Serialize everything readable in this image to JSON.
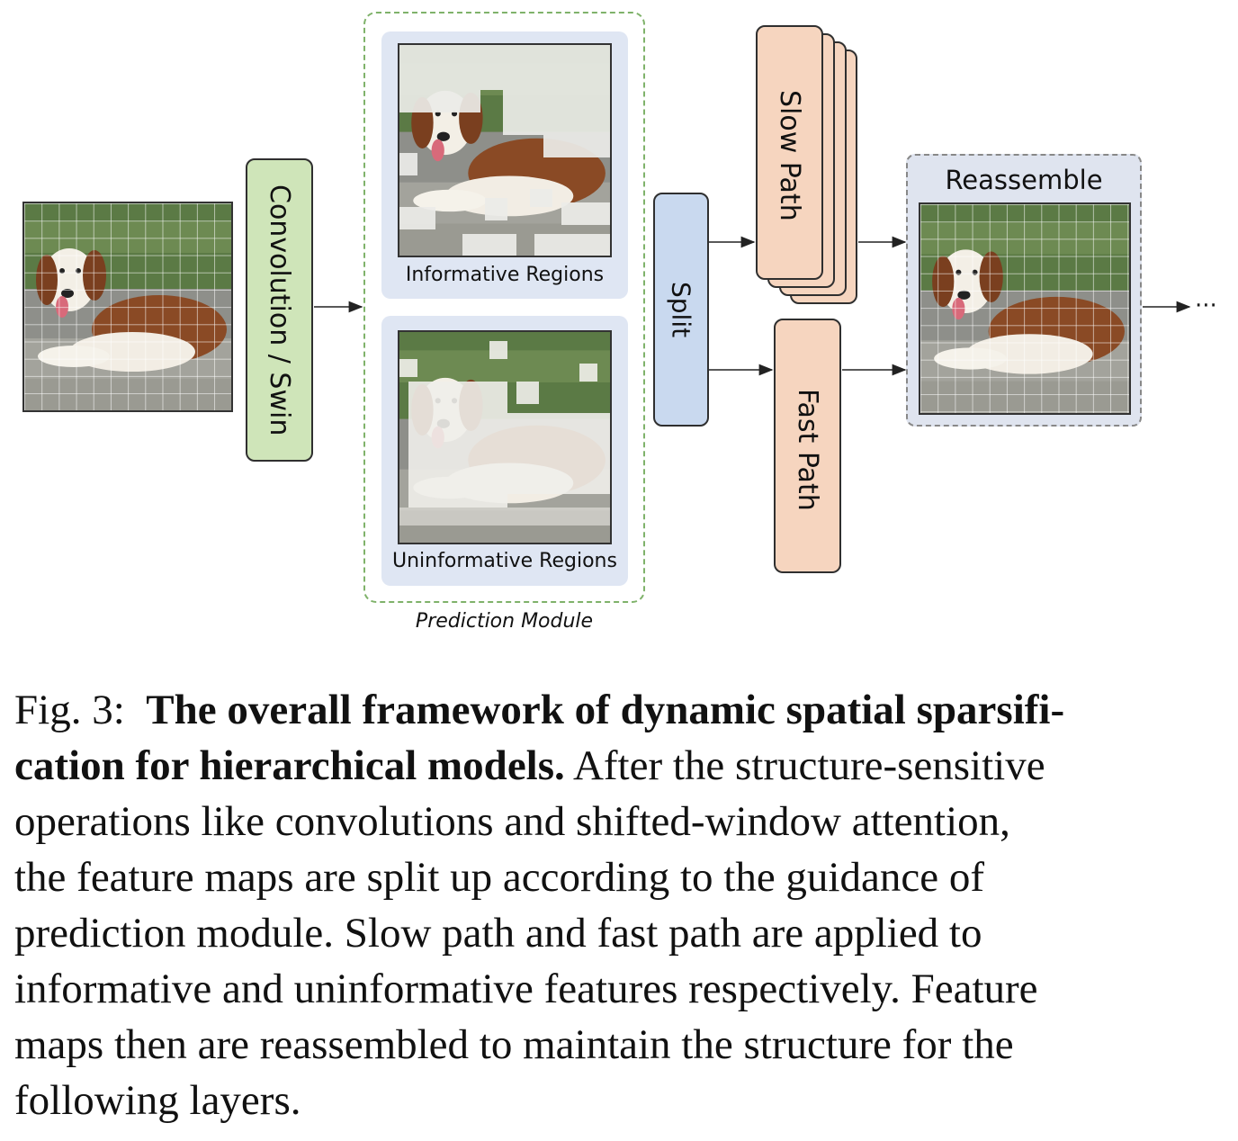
{
  "diagram": {
    "conv_label": "Convolution / Swin",
    "informative_label": "Informative Regions",
    "uninformative_label": "Uninformative Regions",
    "prediction_module_label": "Prediction Module",
    "split_label": "Split",
    "slow_path_label": "Slow Path",
    "fast_path_label": "Fast Path",
    "reassemble_label": "Reassemble",
    "ellipsis": "···"
  },
  "caption": {
    "prefix": "Fig. 3:",
    "bold_line1": "The overall framework of dynamic spatial sparsifi-",
    "bold_line2": "cation for hierarchical models.",
    "line2_rest": " After the structure-sensitive",
    "line3": "operations like convolutions and shifted-window attention,",
    "line4": "the feature maps are split up according to the guidance of",
    "line5": "prediction module. Slow path and fast path are applied to",
    "line6": "informative and uninformative features respectively. Feature",
    "line7": "maps then are reassembled to maintain the structure for the",
    "line8": "following layers."
  },
  "colors": {
    "conv_box": "#cfe5b9",
    "split_box": "#c9d9ef",
    "path_box": "#f6d5bf",
    "prediction_border": "#7fb26a",
    "panel_bg": "#dfe6f3",
    "reassemble_bg": "#dfe4ef"
  }
}
